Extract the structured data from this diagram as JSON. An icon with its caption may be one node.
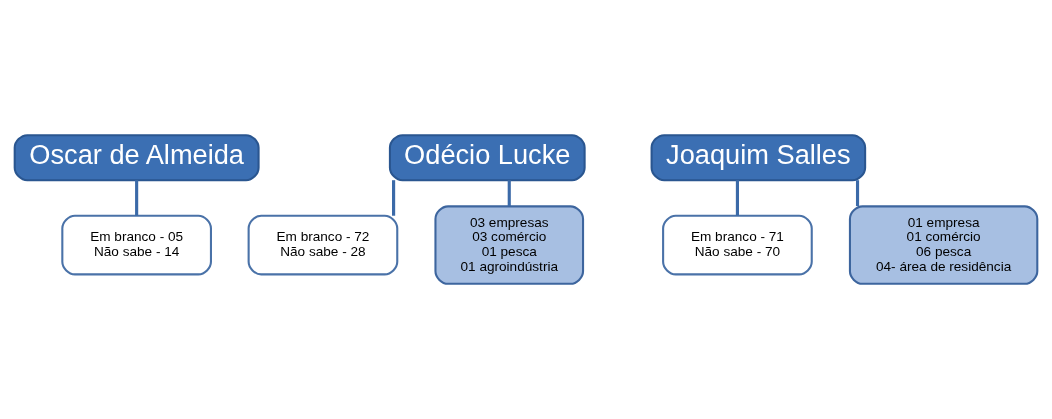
{
  "diagram": {
    "nodes": [
      {
        "text": [
          "Oscar de Almeida"
        ]
      },
      {
        "text": [
          "Em branco - 05",
          "Não sabe - 14"
        ]
      },
      {
        "text": [
          "Odécio Lucke"
        ]
      },
      {
        "text": [
          "Em branco - 72",
          "Não sabe - 28"
        ]
      },
      {
        "text": [
          "03 empresas",
          "03 comércio",
          "01 pesca",
          "01 agroindústria"
        ]
      },
      {
        "text": [
          "Joaquim Salles"
        ]
      },
      {
        "text": [
          "Em branco - 71",
          "Não sabe - 70"
        ]
      },
      {
        "text": [
          "01 empresa",
          "01 comércio",
          "06 pesca",
          "04- área de residência"
        ]
      }
    ],
    "edges": [
      {
        "from": 0,
        "to": 1,
        "arrow": "none"
      },
      {
        "from": 2,
        "to": 3,
        "arrow": "none"
      },
      {
        "from": 2,
        "to": 4,
        "arrow": "none"
      },
      {
        "from": 5,
        "to": 6,
        "arrow": "none"
      },
      {
        "from": 5,
        "to": 7,
        "arrow": "none"
      }
    ]
  }
}
